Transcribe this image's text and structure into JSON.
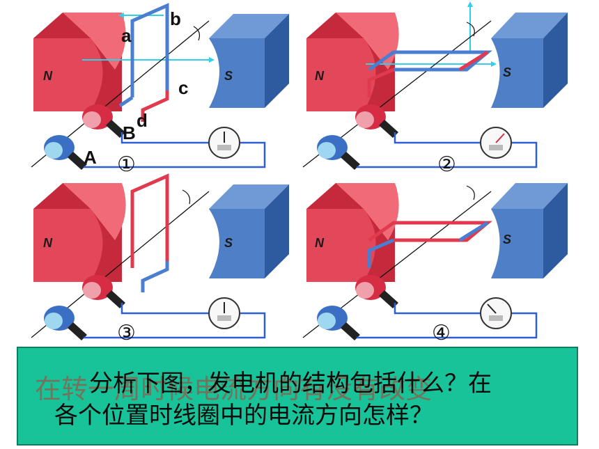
{
  "labels": {
    "a": "a",
    "b": "b",
    "c": "c",
    "d": "d",
    "A": "A",
    "B": "B"
  },
  "poles": {
    "north": "N",
    "south": "S"
  },
  "panels": [
    {
      "number": "①"
    },
    {
      "number": "②"
    },
    {
      "number": "③"
    },
    {
      "number": "④"
    }
  ],
  "question": {
    "line1": "分析下图，发电机的结构包括什么？在",
    "line2": "各个位置时线圈中的电流方向怎样？"
  },
  "overlay_text": "在转一周时候电流方向有没有改变",
  "colors": {
    "north_magnet": "#d9364a",
    "south_magnet": "#3f6fb8",
    "coil_red": "#e03a4e",
    "coil_blue": "#4a7ed0",
    "field_arrow": "#2fd0e8",
    "text_box": "#19c39a",
    "overlay": "#c0352c"
  }
}
